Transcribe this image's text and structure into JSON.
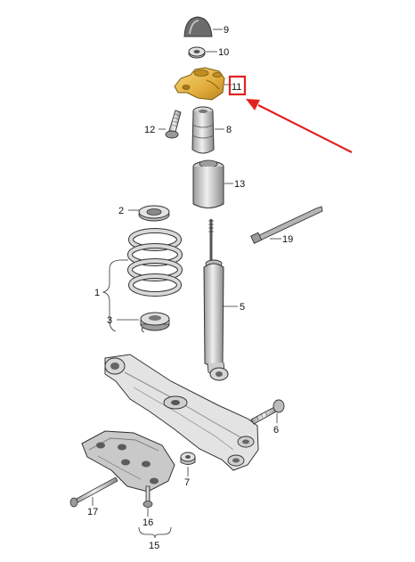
{
  "colors": {
    "highlight": "#e0221e",
    "mount_fill": "#e9b642",
    "part_fill": "#dcdcdc",
    "part_dark": "#8a8a8a",
    "line": "#333333"
  },
  "callouts": {
    "c1": "1",
    "c2": "2",
    "c3": "3",
    "c5": "5",
    "c6": "6",
    "c7": "7",
    "c8": "8",
    "c9": "9",
    "c10": "10",
    "c11": "11",
    "c12": "12",
    "c13": "13",
    "c15": "15",
    "c16": "16",
    "c17": "17",
    "c19": "19"
  },
  "highlighted_part": "11"
}
